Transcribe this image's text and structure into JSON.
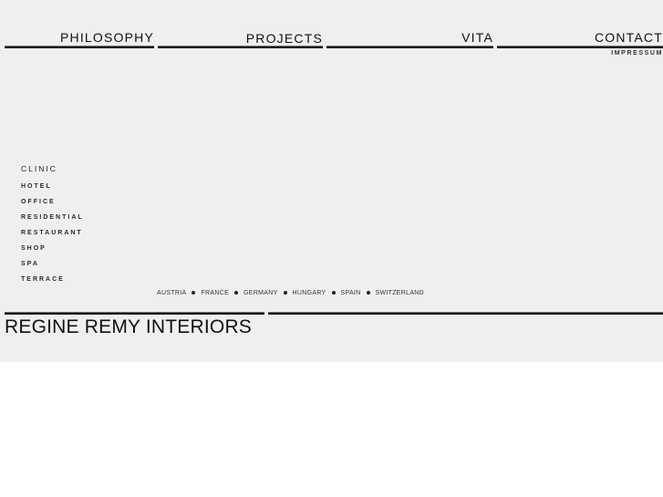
{
  "nav": {
    "items": [
      {
        "label": "PHILOSOPHY"
      },
      {
        "label": "PROJECTS"
      },
      {
        "label": "VITA"
      },
      {
        "label": "CONTACT"
      }
    ],
    "impressum": "IMPRESSUM"
  },
  "categories": [
    {
      "label": "CLINIC"
    },
    {
      "label": "HOTEL"
    },
    {
      "label": "OFFICE"
    },
    {
      "label": "RESIDENTIAL"
    },
    {
      "label": "RESTAURANT"
    },
    {
      "label": "SHOP"
    },
    {
      "label": "SPA"
    },
    {
      "label": "TERRACE"
    }
  ],
  "countries": [
    {
      "label": "AUSTRIA"
    },
    {
      "label": "FRANCE"
    },
    {
      "label": "GERMANY"
    },
    {
      "label": "HUNGARY"
    },
    {
      "label": "SPAIN"
    },
    {
      "label": "SWITZERLAND"
    }
  ],
  "brand": {
    "name": "REGINE REMY INTERIORS"
  },
  "colors": {
    "background": "#efefef",
    "page": "#ffffff",
    "text": "#111111",
    "rule": "#141414"
  }
}
